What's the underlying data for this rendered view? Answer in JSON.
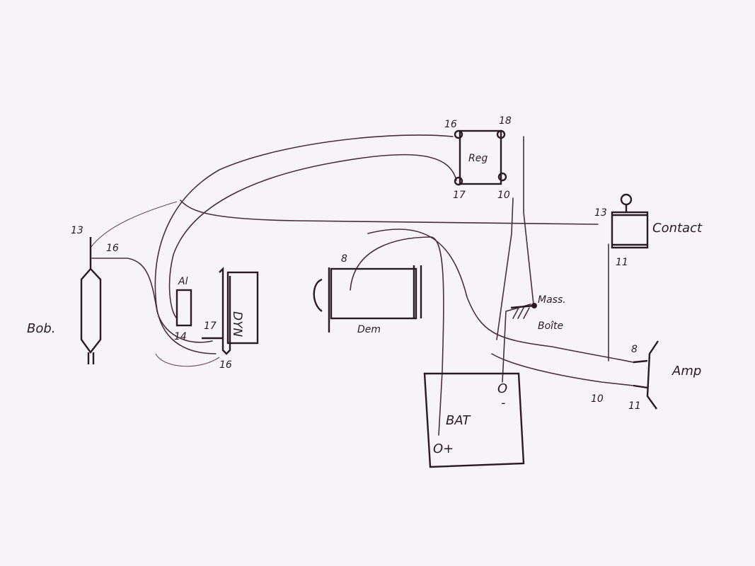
{
  "components": {
    "regulator": {
      "label": "Reg",
      "terminals": [
        "16",
        "18",
        "17",
        "10"
      ]
    },
    "contact": {
      "label": "Contact",
      "terminals": [
        "13",
        "11"
      ]
    },
    "coil": {
      "label": "Bob.",
      "terminals": [
        "13",
        "16"
      ]
    },
    "dynamo": {
      "label": "DYN",
      "aux_label": "Al",
      "terminals": [
        "14",
        "17",
        "16"
      ]
    },
    "starter": {
      "label": "Dem",
      "terminals": [
        "8"
      ]
    },
    "ground": {
      "label_line1": "Mass.",
      "label_line2": "Boîte"
    },
    "battery": {
      "label": "BAT",
      "plus": "O+",
      "minus": "O",
      "minus_sign": "-"
    },
    "ammeter": {
      "label": "Amp",
      "terminals": [
        "8",
        "10",
        "11"
      ]
    }
  },
  "colors": {
    "ink": "#2a1a26",
    "paper": "#f6f4f6"
  }
}
